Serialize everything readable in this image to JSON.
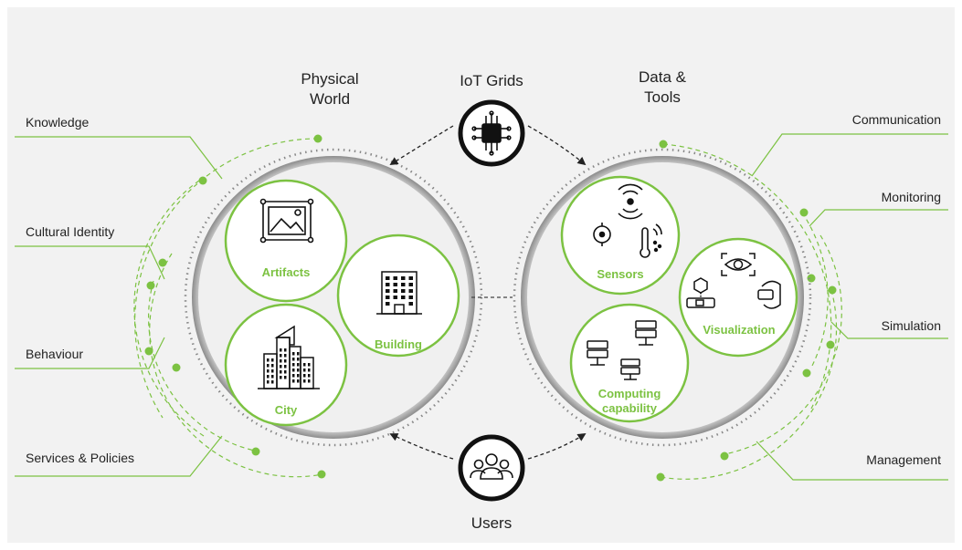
{
  "titles": {
    "physical_world_1": "Physical",
    "physical_world_2": "World",
    "iot_grids": "IoT Grids",
    "data_tools_1": "Data &",
    "data_tools_2": "Tools",
    "users": "Users"
  },
  "left_labels": {
    "knowledge": "Knowledge",
    "cultural_identity": "Cultural Identity",
    "behaviour": "Behaviour",
    "services_policies": "Services & Policies"
  },
  "right_labels": {
    "communication": "Communication",
    "monitoring": "Monitoring",
    "simulation": "Simulation",
    "management": "Management"
  },
  "physical_items": {
    "artifacts": "Artifacts",
    "building": "Building",
    "city": "City"
  },
  "data_items": {
    "sensors": "Sensors",
    "visualization": "Visualization",
    "computing_1": "Computing",
    "computing_2": "capability"
  },
  "colors": {
    "accent": "#7cc242",
    "ring": "#9a9a9a",
    "background": "#f2f2f2"
  },
  "icons": [
    "chip-icon",
    "users-icon",
    "artifact-frame-icon",
    "building-icon",
    "city-icon",
    "wifi-signal-icon",
    "compass-icon",
    "thermometer-icon",
    "eye-scan-icon",
    "vr-headset-icon",
    "cube-projection-icon",
    "server-icon"
  ]
}
